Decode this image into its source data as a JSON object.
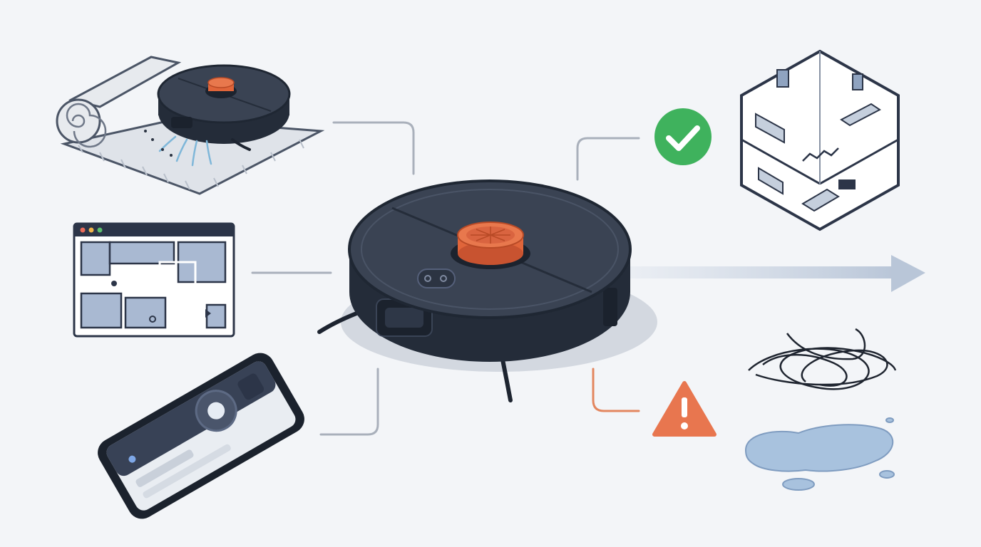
{
  "diagram": {
    "central": "robot-vacuum",
    "features": [
      "carpet-cleaning",
      "room-mapping",
      "app-control",
      "home-coverage"
    ],
    "status_icons": [
      "check-icon",
      "warning-icon"
    ],
    "hazards": [
      "tangled-cables",
      "liquid-spill"
    ]
  },
  "colors": {
    "background": "#f3f5f8",
    "robot_body": "#283140",
    "robot_top": "#3a4353",
    "accent_orange": "#e0653a",
    "connector_gray": "#a9b0bb",
    "connector_orange": "#e3865f",
    "check_green": "#3fb25d",
    "warning_orange": "#e8764f",
    "map_blue": "#a9b9d2",
    "water_blue": "#a8c2de",
    "outline_navy": "#2c3548"
  }
}
